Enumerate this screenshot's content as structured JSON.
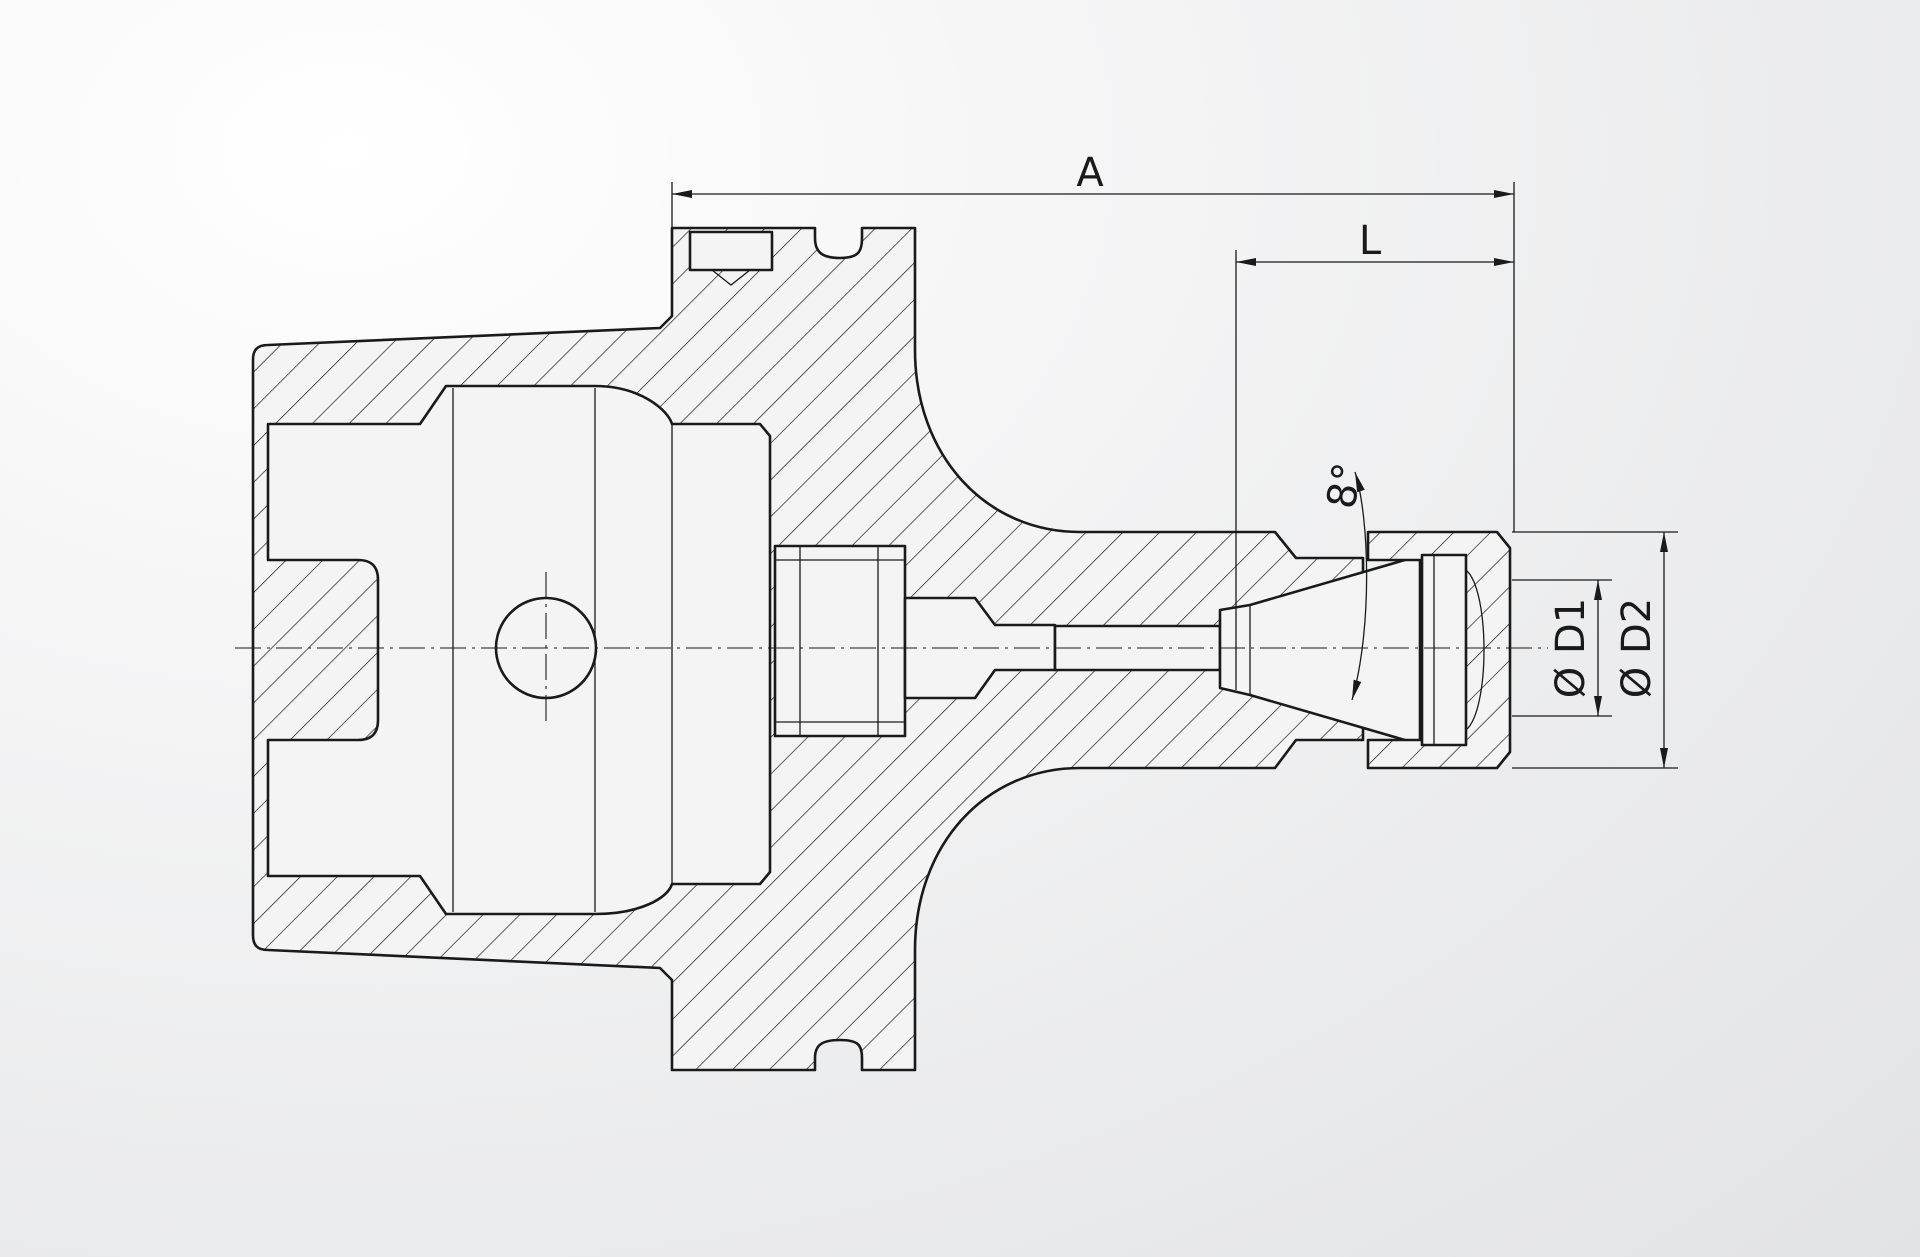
{
  "dimensions": {
    "A": "A",
    "L": "L",
    "D1": "Ø D1",
    "D2": "Ø D2",
    "angle": "8°"
  },
  "colors": {
    "line": "#1a1a1a",
    "background": "#e7e8ea"
  }
}
